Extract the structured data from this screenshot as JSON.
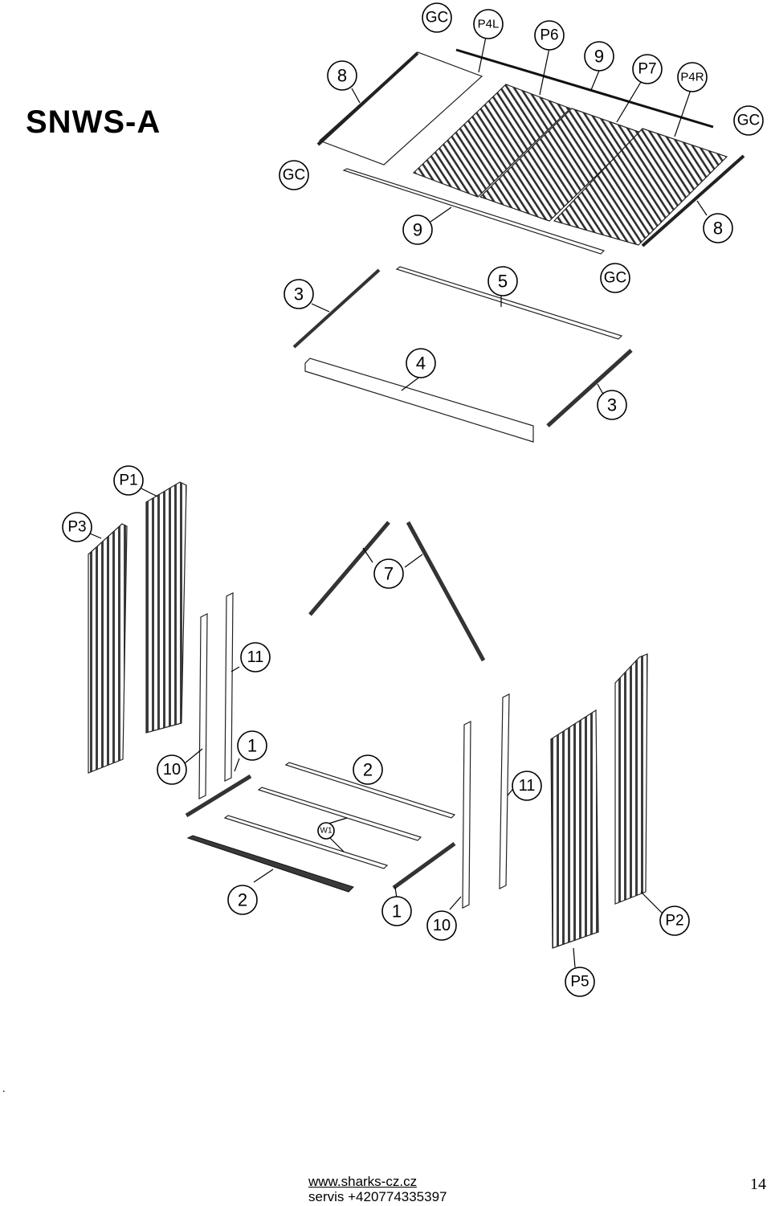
{
  "title": "SNWS-A",
  "labels": [
    {
      "id": "gc-top",
      "text": "GC"
    },
    {
      "id": "p4l",
      "text": "P4L"
    },
    {
      "id": "p6",
      "text": "P6"
    },
    {
      "id": "9-top",
      "text": "9"
    },
    {
      "id": "p7",
      "text": "P7"
    },
    {
      "id": "p4r",
      "text": "P4R"
    },
    {
      "id": "gc-right",
      "text": "GC"
    },
    {
      "id": "8-top",
      "text": "8"
    },
    {
      "id": "gc-left",
      "text": "GC"
    },
    {
      "id": "9-bottom",
      "text": "9"
    },
    {
      "id": "8-right",
      "text": "8"
    },
    {
      "id": "3-left",
      "text": "3"
    },
    {
      "id": "5",
      "text": "5"
    },
    {
      "id": "gc-mid",
      "text": "GC"
    },
    {
      "id": "4",
      "text": "4"
    },
    {
      "id": "3-right",
      "text": "3"
    },
    {
      "id": "p1",
      "text": "P1"
    },
    {
      "id": "p3",
      "text": "P3"
    },
    {
      "id": "7",
      "text": "7"
    },
    {
      "id": "11-left",
      "text": "11"
    },
    {
      "id": "1-left",
      "text": "1"
    },
    {
      "id": "10-left",
      "text": "10"
    },
    {
      "id": "2-top",
      "text": "2"
    },
    {
      "id": "w1",
      "text": "W1"
    },
    {
      "id": "11-right",
      "text": "11"
    },
    {
      "id": "2-bottom",
      "text": "2"
    },
    {
      "id": "1-bottom",
      "text": "1"
    },
    {
      "id": "10-bottom",
      "text": "10"
    },
    {
      "id": "p2",
      "text": "P2"
    },
    {
      "id": "p5",
      "text": "P5"
    }
  ],
  "footer": {
    "dot": ".",
    "url": "www.sharks-cz.cz",
    "phone": "servis +420774335397",
    "page": "14"
  }
}
